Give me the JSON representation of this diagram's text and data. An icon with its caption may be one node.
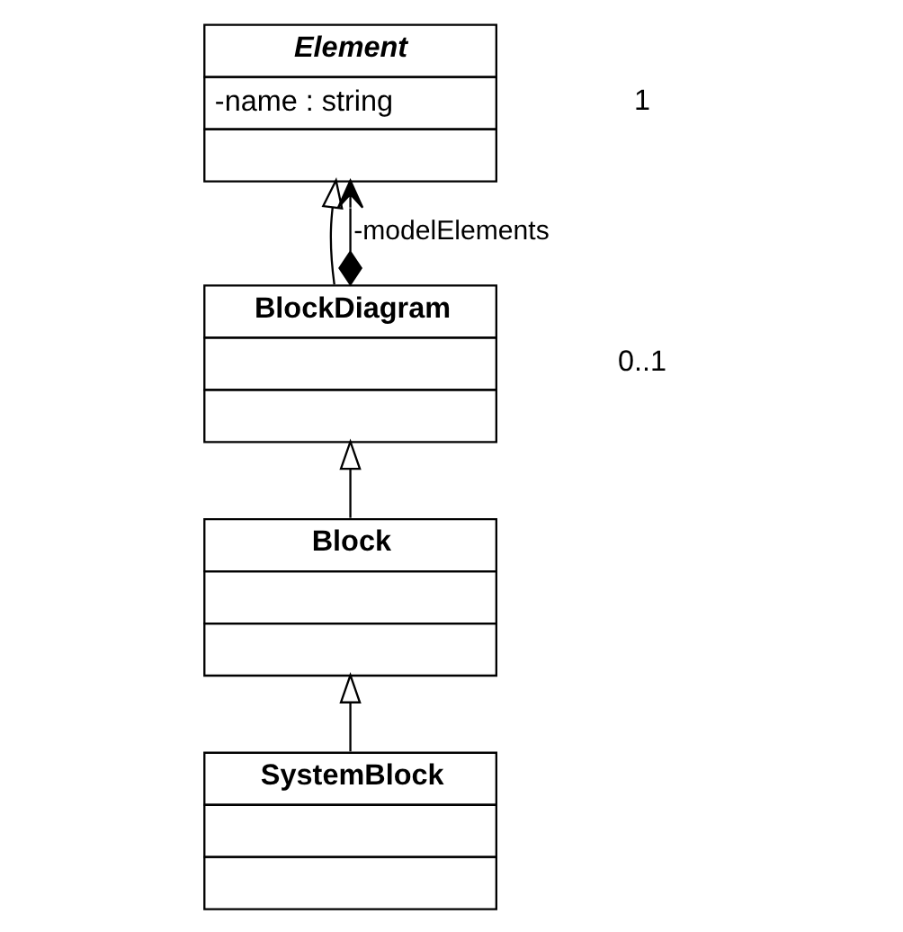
{
  "diagram": {
    "nodes": [
      {
        "text": [
          "Element",
          "-name : string"
        ]
      },
      {
        "text": [
          "BlockDiagram"
        ]
      },
      {
        "text": [
          "Block"
        ]
      },
      {
        "text": [
          "SystemBlock"
        ]
      }
    ],
    "edges": [
      {
        "from": 1,
        "to": 0,
        "arrow": "to"
      },
      {
        "from": 1,
        "to": 0,
        "arrow": "to",
        "label": "-modelElements"
      },
      {
        "from": 2,
        "to": 1,
        "arrow": "to"
      },
      {
        "from": 3,
        "to": 2,
        "arrow": "to"
      }
    ],
    "labels": [
      "1",
      "0..1"
    ]
  }
}
